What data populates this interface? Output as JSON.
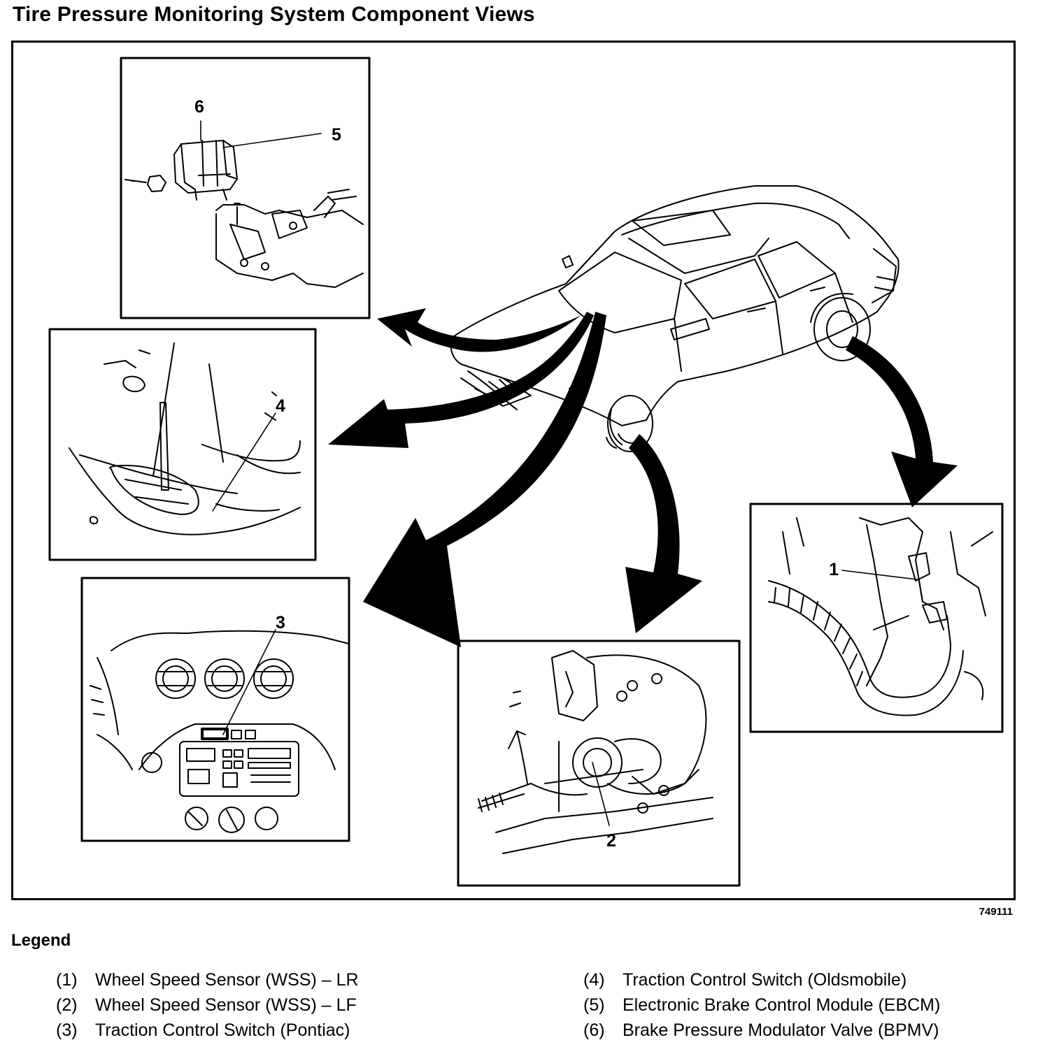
{
  "title": "Tire Pressure Monitoring System Component Views",
  "figure_id": "749111",
  "legend_title": "Legend",
  "callouts": {
    "c1": "1",
    "c2": "2",
    "c3": "3",
    "c4": "4",
    "c5": "5",
    "c6": "6"
  },
  "legend": {
    "items": [
      {
        "num": "(1)",
        "label": "Wheel Speed Sensor (WSS) – LR"
      },
      {
        "num": "(2)",
        "label": "Wheel Speed Sensor (WSS) – LF"
      },
      {
        "num": "(3)",
        "label": "Traction Control Switch (Pontiac)"
      },
      {
        "num": "(4)",
        "label": "Traction Control Switch (Oldsmobile)"
      },
      {
        "num": "(5)",
        "label": "Electronic Brake Control Module (EBCM)"
      },
      {
        "num": "(6)",
        "label": "Brake Pressure Modulator Valve (BPMV)"
      }
    ]
  }
}
